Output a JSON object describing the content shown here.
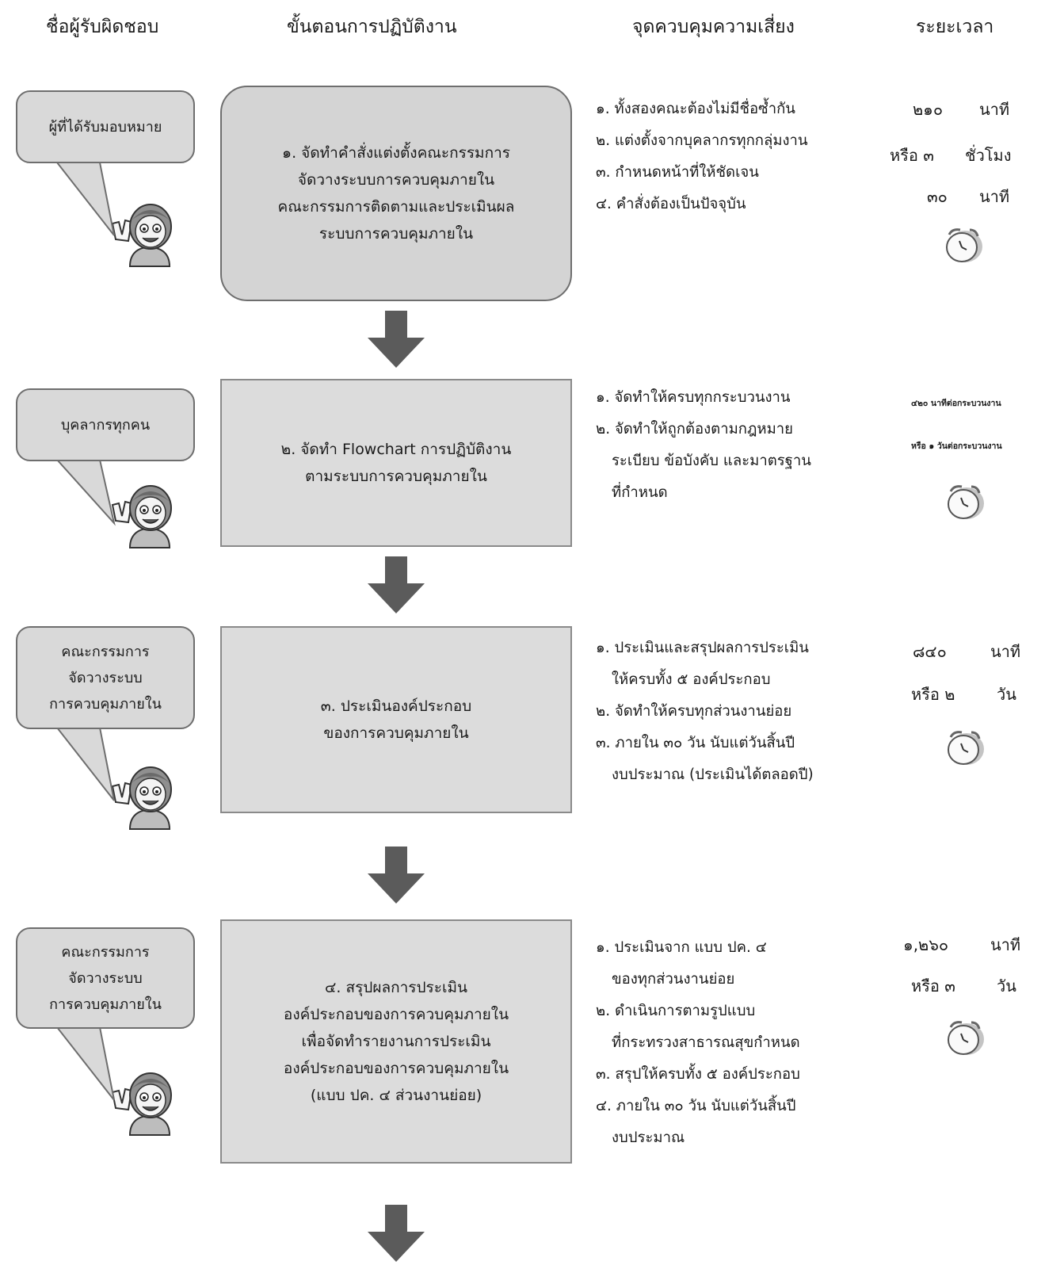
{
  "headers": {
    "responsible": "ชื่อผู้รับผิดชอบ",
    "procedure": "ขั้นตอนการปฏิบัติงาน",
    "risk_control": "จุดควบคุมความเสี่ยง",
    "duration": "ระยะเวลา"
  },
  "rows": [
    {
      "responsible": [
        "ผู้ที่ได้รับมอบหมาย"
      ],
      "step": [
        "๑. จัดทำคำสั่งแต่งตั้งคณะกรรมการ",
        "จัดวางระบบการควบคุมภายใน",
        "คณะกรรมการติดตามและประเมินผล",
        "ระบบการควบคุมภายใน"
      ],
      "controls": [
        "๑. ทั้งสองคณะต้องไม่มีชื่อซ้ำกัน",
        "๒. แต่งตั้งจากบุคลากรทุกกลุ่มงาน",
        "๓. กำหนดหน้าที่ให้ชัดเจน",
        "๔. คำสั่งต้องเป็นปัจจุบัน"
      ],
      "time": [
        "๒๑๐",
        "นาที",
        "หรือ ๓",
        "ชั่วโมง",
        "๓๐",
        "นาที"
      ]
    },
    {
      "responsible": [
        "บุคลากรทุกคน"
      ],
      "step": [
        "๒. จัดทำ Flowchart การปฏิบัติงาน",
        "ตามระบบการควบคุมภายใน"
      ],
      "controls": [
        "๑. จัดทำให้ครบทุกกระบวนงาน",
        "๒. จัดทำให้ถูกต้องตามกฎหมาย",
        "ระเบียบ ข้อบังคับ และมาตรฐาน",
        "ที่กำหนด"
      ],
      "time": [
        "๔๒๐ นาทีต่อกระบวนงาน",
        "หรือ ๑ วันต่อกระบวนงาน"
      ]
    },
    {
      "responsible": [
        "คณะกรรมการ",
        "จัดวางระบบ",
        "การควบคุมภายใน"
      ],
      "step": [
        "๓. ประเมินองค์ประกอบ",
        "ของการควบคุมภายใน"
      ],
      "controls": [
        "๑. ประเมินและสรุปผลการประเมิน",
        "ให้ครบทั้ง ๕ องค์ประกอบ",
        "๒. จัดทำให้ครบทุกส่วนงานย่อย",
        "๓. ภายใน ๓๐ วัน นับแต่วันสิ้นปี",
        "งบประมาณ (ประเมินได้ตลอดปี)"
      ],
      "time": [
        "๘๔๐",
        "นาที",
        "หรือ ๒",
        "วัน"
      ]
    },
    {
      "responsible": [
        "คณะกรรมการ",
        "จัดวางระบบ",
        "การควบคุมภายใน"
      ],
      "step": [
        "๔. สรุปผลการประเมิน",
        "องค์ประกอบของการควบคุมภายใน",
        "เพื่อจัดทำรายงานการประเมิน",
        "องค์ประกอบของการควบคุมภายใน",
        "(แบบ ปค. ๔ ส่วนงานย่อย)"
      ],
      "controls": [
        "๑. ประเมินจาก แบบ ปค. ๔",
        "ของทุกส่วนงานย่อย",
        "๒. ดำเนินการตามรูปแบบ",
        "ที่กระทรวงสาธารณสุขกำหนด",
        "๓. สรุปให้ครบทั้ง ๕ องค์ประกอบ",
        "๔. ภายใน ๓๐ วัน นับแต่วันสิ้นปี",
        "งบประมาณ"
      ],
      "time": [
        "๑,๒๖๐",
        "นาที",
        "หรือ ๓",
        "วัน"
      ]
    }
  ]
}
